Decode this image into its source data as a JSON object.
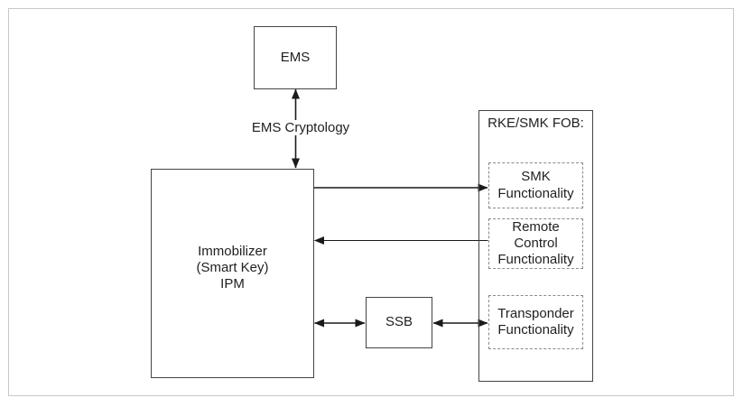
{
  "diagram": {
    "type": "block-diagram",
    "nodes": {
      "ems": {
        "label": "EMS"
      },
      "immobilizer": {
        "lines": [
          "Immobilizer",
          "(Smart Key)",
          "IPM"
        ]
      },
      "ssb": {
        "label": "SSB"
      },
      "fob": {
        "title": "RKE/SMK FOB:"
      },
      "smk": {
        "lines": [
          "SMK",
          "Functionality"
        ]
      },
      "remote_control": {
        "lines": [
          "Remote",
          "Control",
          "Functionality"
        ]
      },
      "transponder": {
        "lines": [
          "Transponder",
          "Functionality"
        ]
      }
    },
    "connections": [
      {
        "from": "EMS",
        "to": "Immobilizer (Smart Key) IPM",
        "direction": "bidirectional",
        "label": "EMS Cryptology"
      },
      {
        "from": "Immobilizer (Smart Key) IPM",
        "to": "SMK Functionality",
        "direction": "unidirectional",
        "label": ""
      },
      {
        "from": "Remote Control Functionality",
        "to": "Immobilizer (Smart Key) IPM",
        "direction": "unidirectional",
        "label": ""
      },
      {
        "from": "Immobilizer (Smart Key) IPM",
        "to": "SSB",
        "direction": "bidirectional",
        "label": ""
      },
      {
        "from": "SSB",
        "to": "Transponder Functionality",
        "direction": "bidirectional",
        "label": ""
      }
    ],
    "colors": {
      "background": "#ffffff",
      "frame_border": "#c7c7c7",
      "box_border": "#444444",
      "dashed_border": "#8a8a8a",
      "arrow": "#1a1a1a",
      "text": "#1f1f1f"
    }
  }
}
